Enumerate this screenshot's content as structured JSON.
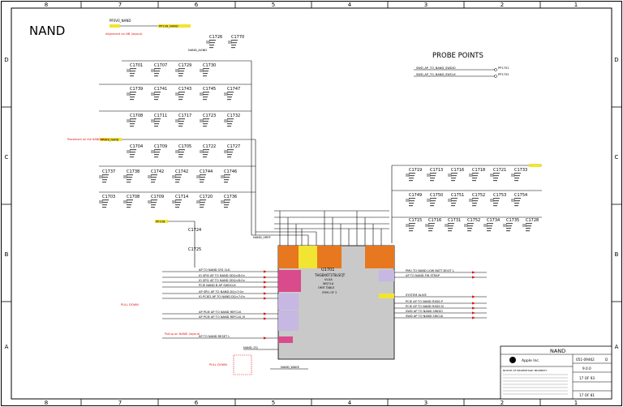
{
  "sheet": {
    "title": "NAND",
    "probe_points_title": "PROBE POINTS",
    "col_labels_top": [
      "8",
      "7",
      "6",
      "5",
      "4",
      "3",
      "2",
      "1"
    ],
    "row_labels": [
      "D",
      "C",
      "B",
      "A"
    ]
  },
  "nets": {
    "pp3v0_nand": "PP3V0_NAND",
    "pp1v8_nand": "PP1V8_NAND",
    "pp1v8": "PP1V8",
    "nand_agnd": "NAND_AGND",
    "nand_vref": "NAND_VREF",
    "nand_zq": "NAND_ZQ",
    "nand_wake": "NAND_WAKE"
  },
  "chip": {
    "refdes": "U1701",
    "part": "THGBX6T1T8LSFJT",
    "pkg": "VLGA",
    "size": "WQ7LA",
    "sym": "SYM1 OF 2",
    "note": "OMIT TABLE"
  },
  "cap_rows": {
    "row1": [
      "C1701",
      "C1707",
      "C1729",
      "C1730"
    ],
    "row2": [
      "C1739",
      "C1741",
      "C1743",
      "C1745",
      "C1747"
    ],
    "row3": [
      "C1708",
      "C1711",
      "C1717",
      "C1723",
      "C1732"
    ],
    "row4": [
      "C1704",
      "C1709",
      "C1705",
      "C1722",
      "C1727"
    ],
    "row5": [
      "C1737",
      "C1738",
      "C1742",
      "C1742",
      "C1744",
      "C1746"
    ],
    "row6": [
      "C1703",
      "C1708",
      "C1709",
      "C1714",
      "C1720",
      "C1736"
    ],
    "row_top": [
      "C1726",
      "C1770"
    ],
    "vref_caps": [
      "C1724",
      "C1725"
    ],
    "right1": [
      "C1719",
      "C1713",
      "C1716",
      "C1718",
      "C1721",
      "C1733"
    ],
    "right2": [
      "C1749",
      "C1750",
      "C1751",
      "C1752",
      "C1753",
      "C1754"
    ],
    "right3": [
      "C1715",
      "C1716",
      "C1731",
      "C1752",
      "C1734",
      "C1735",
      "C1728"
    ]
  },
  "signals_left": [
    "AP TO NAND SYS CLK",
    "IO SPI0 AP TO NAND SDQ<B:0>",
    "IO SPI1 AP TO NAND SDQ<B:0>",
    "PCIE NAND B AP SWDCLK",
    "AP SPI1 AP TO NAND DQ<7:0>",
    "IO PCIE2 AP TO NAND DQ<7:0>",
    "AP PCIE AP TO NAND REFCLK",
    "AP PCIE AP TO NAND REFCLK_N",
    "AP TO NAND RESET L"
  ],
  "signals_right": [
    "PMU TO NAND LOW BATT BOOT L",
    "AP TO NAND FW STRAP",
    "SYSTEM ALIVE",
    "PCIE AP TO NAND RXD0 P",
    "PCIE AP TO NAND RXD0 N",
    "SWD AP TO NAND SWDIO",
    "SWD AP TO NAND SWCLK"
  ],
  "probe": {
    "p1": "PP1701",
    "p2": "PP1702",
    "l1": "SWD_AP_TO_NAND_SWDIO",
    "l2": "SWD_AP_TO_NAND_SWCLK"
  },
  "notes": {
    "n1": "Alignment on NB (layout)",
    "n2": "Placement on the NAND side",
    "n3": "Pullup on NAND (layout)",
    "n4": "PULL DOWN",
    "n5": "PULL DOWN"
  },
  "title_block": {
    "title": "NAND",
    "company": "Apple Inc.",
    "drawing_no": "051-09462",
    "rev": "D",
    "rev2": "9.0.0",
    "sheet": "17 OF 93",
    "sheet2": "17 OF 81",
    "notice": "NOTICE OF PROPRIETARY PROPERTY:"
  },
  "colors": {
    "orange": "#e7781f",
    "yellow": "#f2e432",
    "chip": "#c9c9c9",
    "pink": "#d94b8a",
    "lavender": "#c7b7e3",
    "red": "#dd1111"
  }
}
